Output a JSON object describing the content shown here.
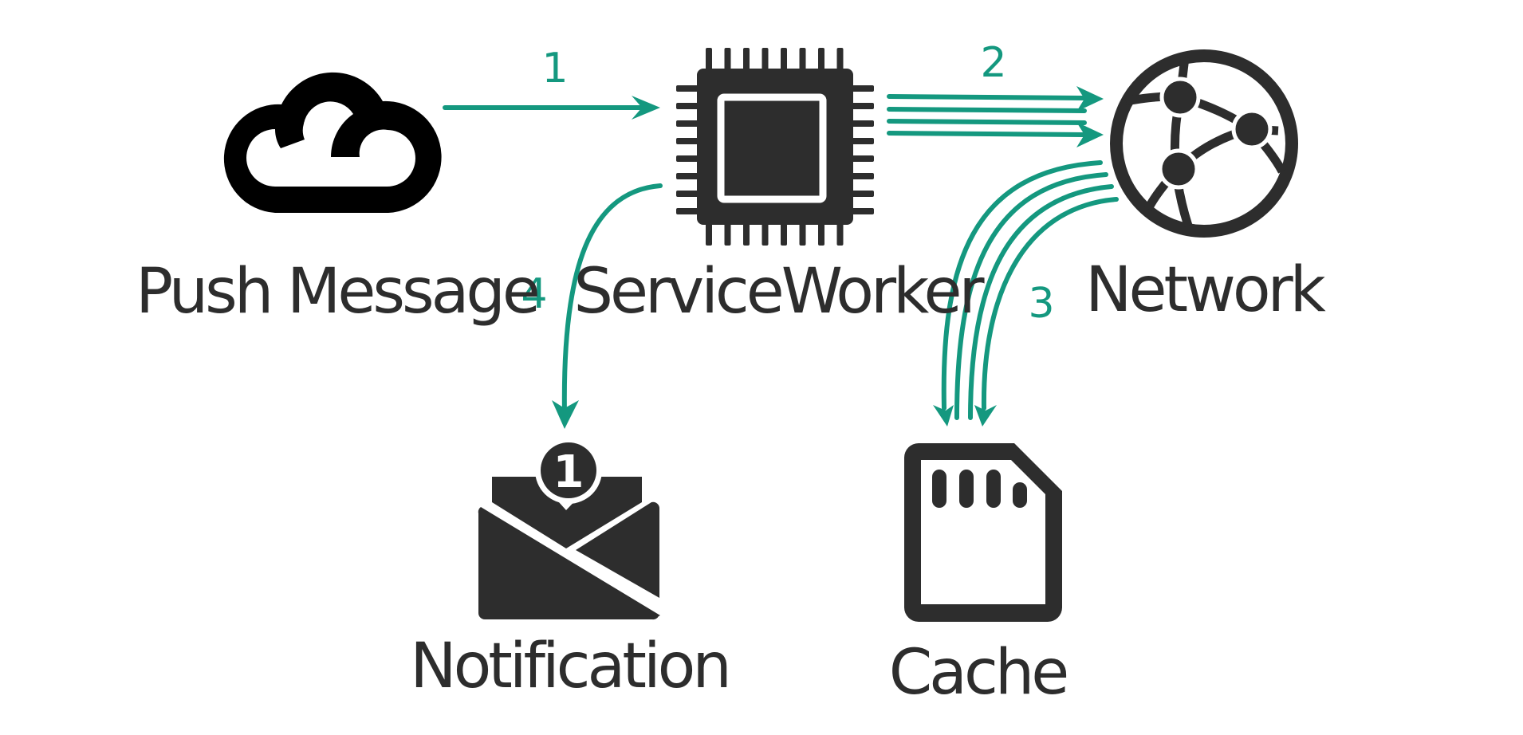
{
  "nodes": {
    "push_message": {
      "label": "Push Message"
    },
    "service_worker": {
      "label": "ServiceWorker"
    },
    "network": {
      "label": "Network"
    },
    "notification": {
      "label": "Notification",
      "badge": "1"
    },
    "cache": {
      "label": "Cache"
    }
  },
  "edges": [
    {
      "from": "push_message",
      "to": "service_worker",
      "step": "1"
    },
    {
      "from": "service_worker",
      "to": "network",
      "step": "2"
    },
    {
      "from": "network",
      "to": "cache",
      "step": "3"
    },
    {
      "from": "service_worker",
      "to": "notification",
      "step": "4"
    }
  ],
  "colors": {
    "icon": "#2d2d2d",
    "arrow": "#14987f",
    "background": "#ffffff"
  }
}
